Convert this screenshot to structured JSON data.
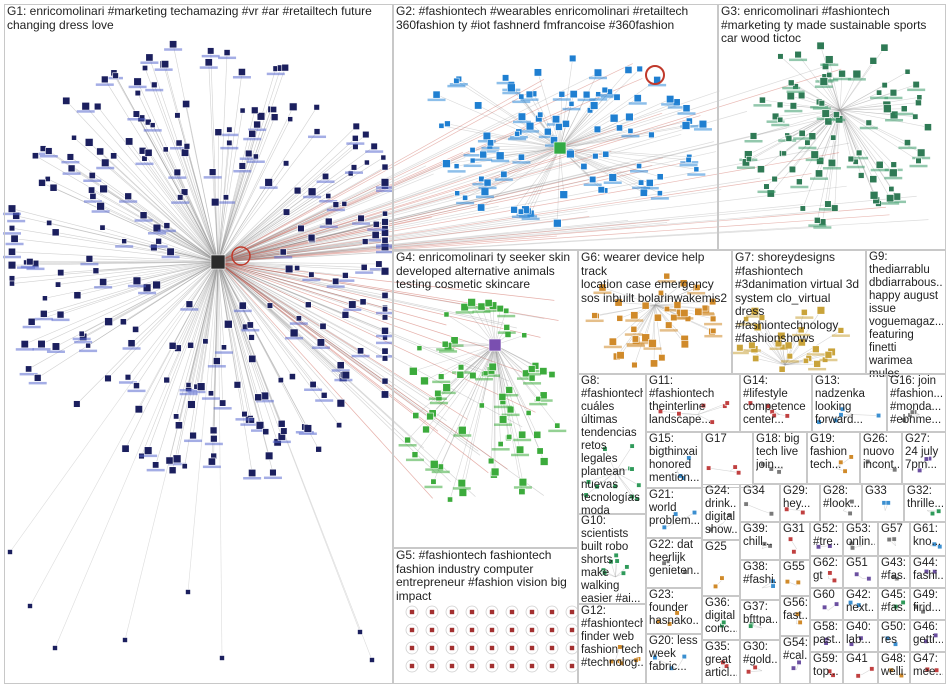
{
  "groups": [
    {
      "id": "G1",
      "label": "G1: enricomolinari #marketing techamazing #vr #ar #retailtech future\nchanging dress love"
    },
    {
      "id": "G2",
      "label": "G2: #fashiontech #wearables enricomolinari #retailtech\n360fashion ty #iot fashnerd fmfrancoise #360fashion"
    },
    {
      "id": "G3",
      "label": "G3: enricomolinari #fashiontech\n#marketing ty made sustainable sports\ncar wood tictoc"
    },
    {
      "id": "G4",
      "label": "G4: enricomolinari ty seeker skin\ndeveloped alternative animals\ntesting cosmetic skincare"
    },
    {
      "id": "G5",
      "label": "G5: #fashiontech fashiontech\nfashion industry computer\nentrepreneur #fashion vision big\nimpact"
    },
    {
      "id": "G6",
      "label": "G6: wearer device help track\nlocation case emergency\nsos inbuilt bolarinwakemis2"
    },
    {
      "id": "G7",
      "label": "G7: shoreydesigns\n#fashiontech\n#3danimation virtual 3d\nsystem clo_virtual dress\n#fashiontechnology\n#fashionshows"
    },
    {
      "id": "G8",
      "label": "G8:\n#fashiontech\ncuáles\núltimas\ntendencias\nretos legales\nplantean\nnuevas\ntecnologías\nmoda"
    },
    {
      "id": "G9",
      "label": "G9:\nthediarrablu\ndbdiarrabous...\nhappy august\nissue\nvoguemagaz...\nfeaturing\nfinetti warimea\nmules"
    },
    {
      "id": "G10",
      "label": "G10:\nscientists\nbuilt robo\nshorts make\nwalking\neasier #ai..."
    },
    {
      "id": "G11",
      "label": "G11:\n#fashiontech\ntheinterline\nlandscape..."
    },
    {
      "id": "G12",
      "label": "G12:\n#fashiontech\nfinder web\nfashion tech\n#technolog..."
    },
    {
      "id": "G13",
      "label": "G13:\nnadzenka\nlooking\nforward..."
    },
    {
      "id": "G14",
      "label": "G14:\n#lifestyle\ncompetence\ncenter..."
    },
    {
      "id": "G15",
      "label": "G15:\nbigthinxai\nhonored\nmention..."
    },
    {
      "id": "G16",
      "label": "G16: join\n#fashion...\n#monda...\n#ebnme..."
    },
    {
      "id": "G17",
      "label": "G17"
    },
    {
      "id": "G18",
      "label": "G18: big\ntech live\njoin..."
    },
    {
      "id": "G19",
      "label": "G19:\nfashion\ntech..."
    },
    {
      "id": "G20",
      "label": "G20: less\nweek\nfabric..."
    },
    {
      "id": "G21",
      "label": "G21:\nworld\nproblem..."
    },
    {
      "id": "G22",
      "label": "G22: dat\nheerlijk\ngenieten..."
    },
    {
      "id": "G23",
      "label": "G23:\nfounder\nhasnako..."
    },
    {
      "id": "G24",
      "label": "G24:\ndrink...\ndigital\nshow..."
    },
    {
      "id": "G25",
      "label": "G25"
    },
    {
      "id": "G26",
      "label": "G26:\nnuovo\nincont..."
    },
    {
      "id": "G27",
      "label": "G27:\n24 july\n7pm..."
    },
    {
      "id": "G28",
      "label": "G28:\n#look..."
    },
    {
      "id": "G29",
      "label": "G29:\nhey..."
    },
    {
      "id": "G30",
      "label": "G30:\n#gold..."
    },
    {
      "id": "G31",
      "label": "G31"
    },
    {
      "id": "G32",
      "label": "G32:\nthrille..."
    },
    {
      "id": "G33",
      "label": "G33"
    },
    {
      "id": "G34",
      "label": "G34"
    },
    {
      "id": "G35",
      "label": "G35:\ngreat\narticl..."
    },
    {
      "id": "G36",
      "label": "G36:\ndigital\nconc..."
    },
    {
      "id": "G37",
      "label": "G37:\nbfttpa..."
    },
    {
      "id": "G38",
      "label": "G38:\n#fashi..."
    },
    {
      "id": "G39",
      "label": "G39:\nchill..."
    },
    {
      "id": "G40",
      "label": "G40:\nlab..."
    },
    {
      "id": "G41",
      "label": "G41"
    },
    {
      "id": "G42",
      "label": "G42:\nnext..."
    },
    {
      "id": "G43",
      "label": "G43:\n#fas..."
    },
    {
      "id": "G44",
      "label": "G44:\nfashi..."
    },
    {
      "id": "G45",
      "label": "G45:\n#fas..."
    },
    {
      "id": "G46",
      "label": "G46:\ngetti..."
    },
    {
      "id": "G47",
      "label": "G47:\nmee..."
    },
    {
      "id": "G48",
      "label": "G48:\nwelli..."
    },
    {
      "id": "G49",
      "label": "G49:\nfirid..."
    },
    {
      "id": "G50",
      "label": "G50:\nres"
    },
    {
      "id": "G51",
      "label": "G51"
    },
    {
      "id": "G52",
      "label": "G52:\n#tre..."
    },
    {
      "id": "G53",
      "label": "G53:\nonlin..."
    },
    {
      "id": "G54",
      "label": "G54:\n#cal..."
    },
    {
      "id": "G55",
      "label": "G55"
    },
    {
      "id": "G56",
      "label": "G56:\nfast..."
    },
    {
      "id": "G57",
      "label": "G57"
    },
    {
      "id": "G58",
      "label": "G58:\npast..."
    },
    {
      "id": "G59",
      "label": "G59:\ntop..."
    },
    {
      "id": "G60",
      "label": "G60"
    },
    {
      "id": "G61",
      "label": "G61:\nkno..."
    },
    {
      "id": "G62",
      "label": "G62:\ngt"
    }
  ],
  "colors": {
    "edge": "#9a9a9a",
    "edge_strong": "#c0392b",
    "g1_node": "#1b1f5e",
    "g2_node": "#1f7fd1",
    "g3_node": "#2f7a55",
    "g4_node": "#3cab3c",
    "g5_node": "#a33030",
    "g6_node": "#d08a2a",
    "g7_node": "#c9a33a"
  }
}
